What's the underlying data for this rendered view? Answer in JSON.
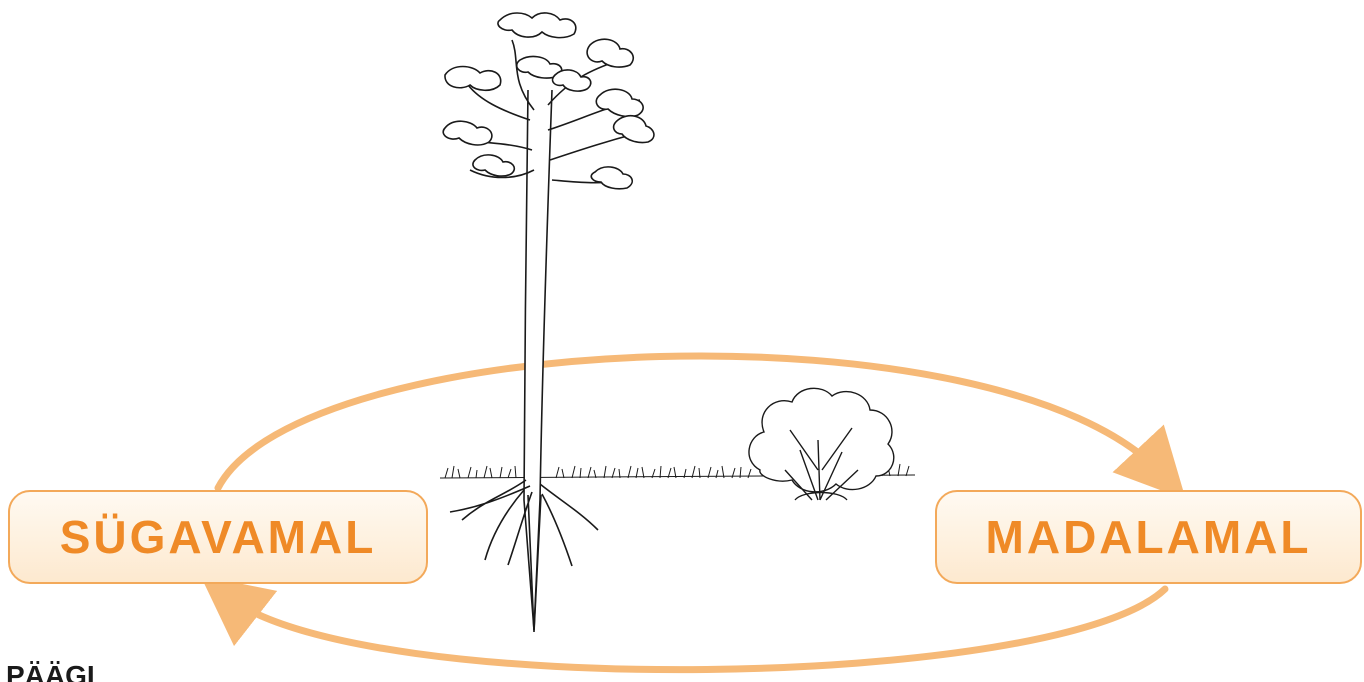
{
  "diagram": {
    "left_label": "SÜGAVAMAL",
    "right_label": "MADALAMAL",
    "bottom_caption": "PÄÄGI",
    "colors": {
      "label_text": "#ef8a27",
      "label_border": "#f3a95a",
      "arrow": "#f6b977",
      "drawing": "#1a1a1a"
    },
    "icons": [
      "pine-tree-icon",
      "bush-icon",
      "cycle-arrows-icon"
    ]
  }
}
